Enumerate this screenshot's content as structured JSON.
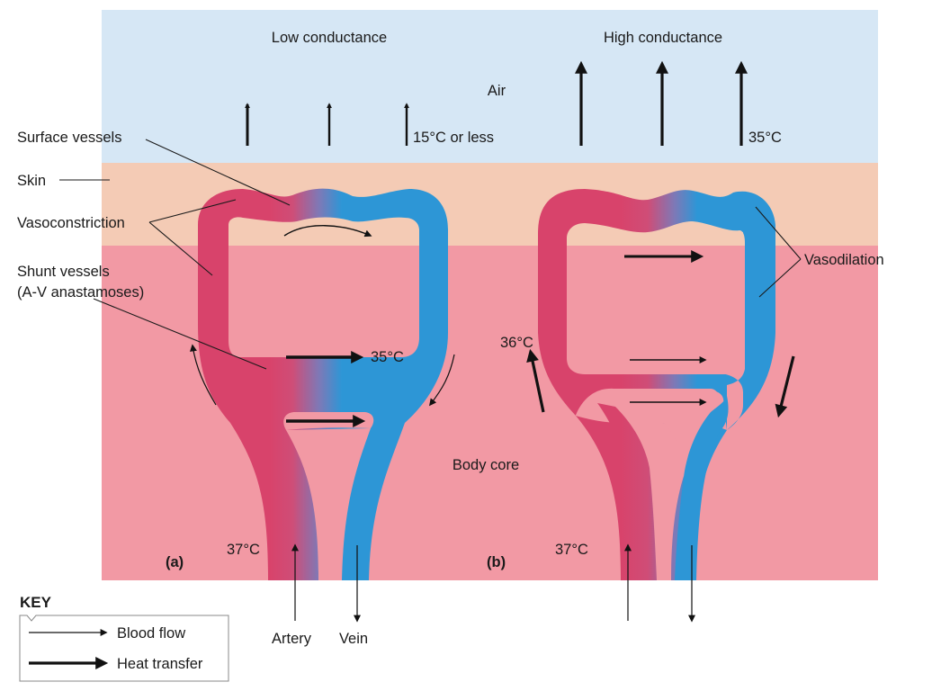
{
  "panels": {
    "a": {
      "letter": "(a)",
      "heading": "Low conductance",
      "air_temp": "15°C or less",
      "shunt_temp": "35°C",
      "core_temp": "37°C"
    },
    "b": {
      "letter": "(b)",
      "heading": "High conductance",
      "air_temp": "35°C",
      "shunt_temp": "36°C",
      "core_temp": "37°C"
    }
  },
  "layers": {
    "air": "Air",
    "body_core": "Body core"
  },
  "labels": {
    "surface_vessels": "Surface vessels",
    "skin": "Skin",
    "vasoconstriction": "Vasoconstriction",
    "shunt_vessels_line1": "Shunt vessels",
    "shunt_vessels_line2": "(A-V anastamoses)",
    "vasodilation": "Vasodilation",
    "artery": "Artery",
    "vein": "Vein"
  },
  "key": {
    "title": "KEY",
    "blood_flow": "Blood flow",
    "heat_transfer": "Heat transfer"
  },
  "colors": {
    "air": "#d6e7f5",
    "skin": "#f4cbb5",
    "body_core": "#f299a4",
    "artery": "#d8436b",
    "vein": "#2d96d6"
  }
}
